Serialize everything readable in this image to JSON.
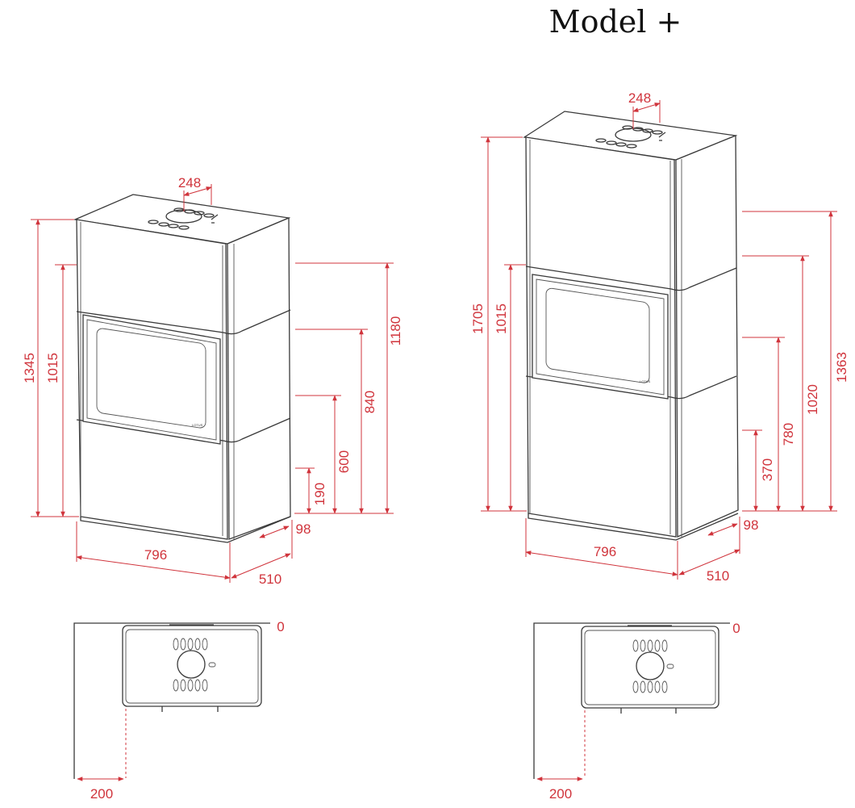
{
  "title": "Model +",
  "colors": {
    "dimension": "#d0343c",
    "outline": "#3a3a3a"
  },
  "left_model": {
    "flue_offset": "248",
    "heights": {
      "total": "1345",
      "door_top": "1015",
      "rear_outlet": "1180",
      "side_upper": "840",
      "side_mid": "600",
      "side_low": "190"
    },
    "width": "796",
    "depth": "510",
    "base_offset": "98",
    "plan": {
      "wall_clearance_back": "0",
      "wall_clearance_side": "200"
    }
  },
  "right_model": {
    "flue_offset": "248",
    "heights": {
      "total": "1705",
      "door_top": "1015",
      "rear_outlet": "1363",
      "side_upper": "1020",
      "side_mid": "780",
      "side_low": "370"
    },
    "width": "796",
    "depth": "510",
    "base_offset": "98",
    "plan": {
      "wall_clearance_back": "0",
      "wall_clearance_side": "200"
    }
  }
}
